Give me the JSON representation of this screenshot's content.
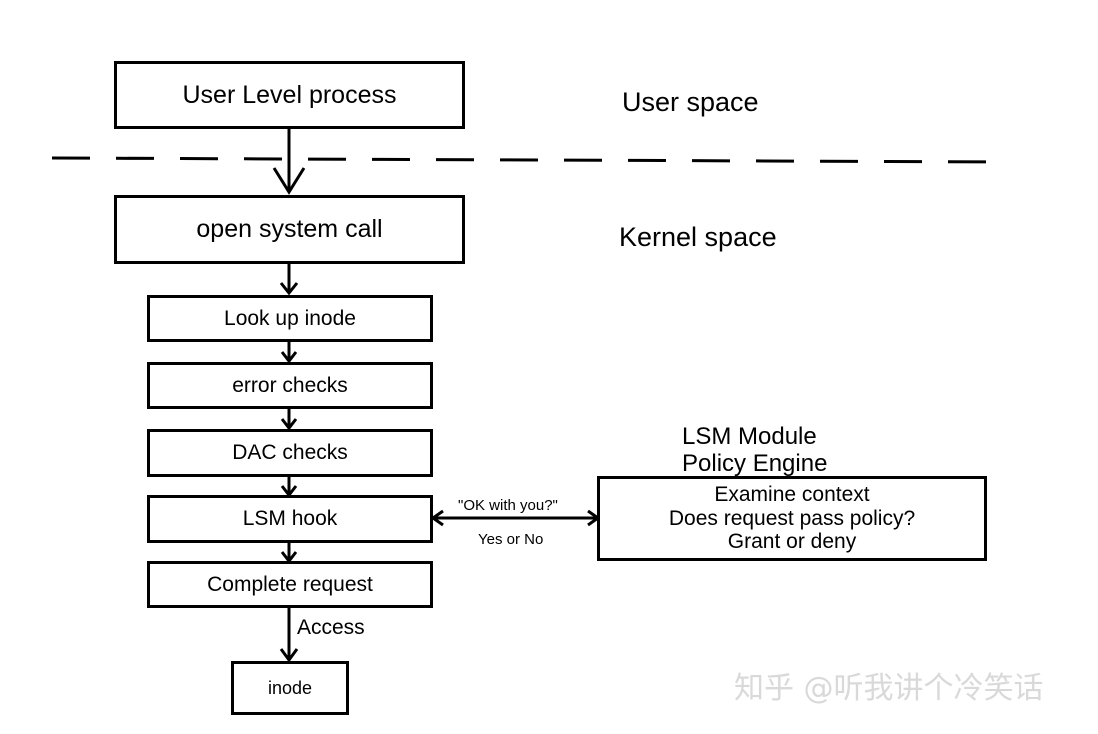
{
  "diagram": {
    "boxes": {
      "user_process": "User Level process",
      "open_syscall": "open system call",
      "lookup_inode": "Look up inode",
      "error_checks": "error checks",
      "dac_checks": "DAC checks",
      "lsm_hook": "LSM hook",
      "complete_request": "Complete request",
      "inode": "inode",
      "policy_engine": {
        "line1": "Examine context",
        "line2": "Does request pass policy?",
        "line3": "Grant or deny"
      }
    },
    "labels": {
      "user_space": "User space",
      "kernel_space": "Kernel space",
      "lsm_title_line1": "LSM Module",
      "lsm_title_line2": "Policy Engine",
      "ok_question": "\"OK with you?\"",
      "yes_or_no": "Yes or No",
      "access": "Access"
    },
    "watermark": "知乎 @听我讲个冷笑话",
    "colors": {
      "stroke": "#000000",
      "background": "#ffffff",
      "watermark": "#d9d9d9"
    }
  }
}
